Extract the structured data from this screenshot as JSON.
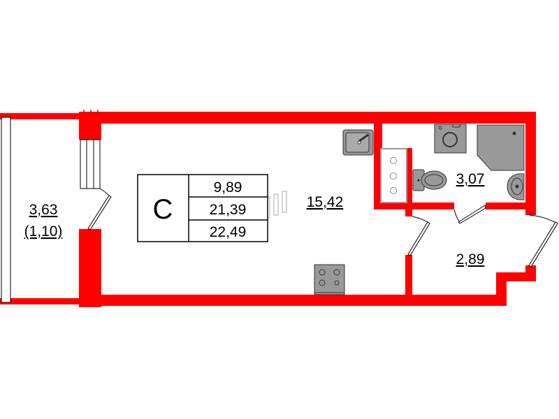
{
  "plan": {
    "apartment_type": "С",
    "areas_table": {
      "living": "9,89",
      "total_without_balcony": "21,39",
      "total": "22,49"
    },
    "rooms": {
      "balcony_area": "3,63",
      "balcony_reduced": "(1,10)",
      "main_room": "15,42",
      "bathroom": "3,07",
      "hallway": "2,89"
    },
    "colors": {
      "wall": "#ff0000",
      "fixture": "#999999"
    }
  }
}
